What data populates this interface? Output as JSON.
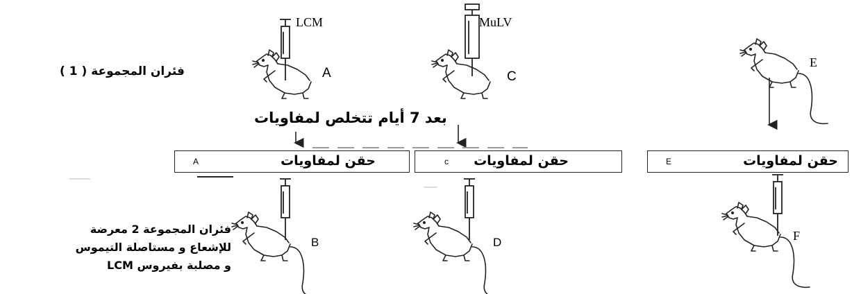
{
  "labels": {
    "lcm": "LCM",
    "mulv": "MuLV",
    "a": "A",
    "b": "B",
    "c": "C",
    "d": "D",
    "e": "E",
    "f": "F"
  },
  "group1": "فئران المجموعة ( 1 )",
  "after7": "بعد 7 أيام تتخلص لمفاويات",
  "boxes": [
    {
      "text": "حقن لمفاويات",
      "tag": "A"
    },
    {
      "text": "حقن لمفاويات",
      "tag": "c"
    },
    {
      "text": "حقن لمفاويات",
      "tag": "E"
    }
  ],
  "group2": {
    "line1": "فئران المجموعة 2 معرضة",
    "line2": "للإشعاع و مستاصلة التيموس",
    "line3": "و مصلبة بفيروس LCM"
  }
}
